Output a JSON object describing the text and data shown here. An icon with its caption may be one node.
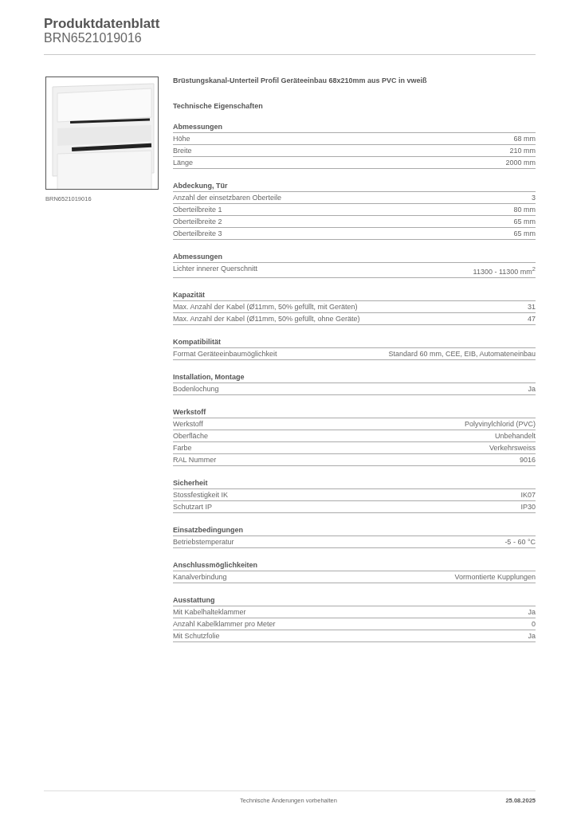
{
  "diagram": {
    "title": "Produktdatenblatt",
    "labels": [
      "BRN6521019016",
      "BRN6521019016",
      "Brüstungskanal-Unterteil Profil Geräteeinbau 68x210mm aus PVC in vweiß",
      "Technische Eigenschaften",
      "Abmessungen",
      "Höhe",
      "68 mm",
      "Breite",
      "210 mm",
      "Länge",
      "2000 mm",
      "Abdeckung, Tür",
      "Anzahl der einsetzbaren Oberteile",
      "3",
      "Oberteilbreite 1",
      "80 mm",
      "Oberteilbreite 2",
      "65 mm",
      "Oberteilbreite 3",
      "65 mm",
      "Abmessungen",
      "Lichter innerer Querschnitt",
      "11300 - 11300 mm$^{2}$",
      "Kapazität",
      "Max. Anzahl der Kabel (Ø11mm, 50% gefüllt, mit Geräten)",
      "31",
      "Max. Anzahl der Kabel (Ø11mm, 50% gefüllt, ohne Geräte)",
      "47",
      "Kompatibilität",
      "Format Geräteeinbaumöglichkeit",
      "Standard 60 mm, CEE, EIB, Automateneinbau",
      "Installation, Montage",
      "Bodenlochung",
      "Ja",
      "Werkstoff",
      "Werkstoff",
      "Polyvinylchlorid (PVC)",
      "Oberfläche",
      "Unbehandelt",
      "Farbe",
      "Verkehrsweiss",
      "RAL Nummer",
      "9016",
      "Sicherheit",
      "Stossfestigkeit IK",
      "IK07",
      "Schutzart IP",
      "IP30",
      "Einsatzbedingungen",
      "Betriebstemperatur",
      "-5 - 60 °C",
      "Anschlussmöglichkeiten",
      "Kanalverbindung",
      "Vormontierte Kupplungen",
      "Ausstattung",
      "Mit Kabelhalteklammer",
      "Ja",
      "Anzahl Kabelklammer pro Meter",
      "0",
      "Mit Schutzfolie",
      "Ja",
      "Technische Änderungen vorbehalten",
      "25.08.2025"
    ]
  }
}
